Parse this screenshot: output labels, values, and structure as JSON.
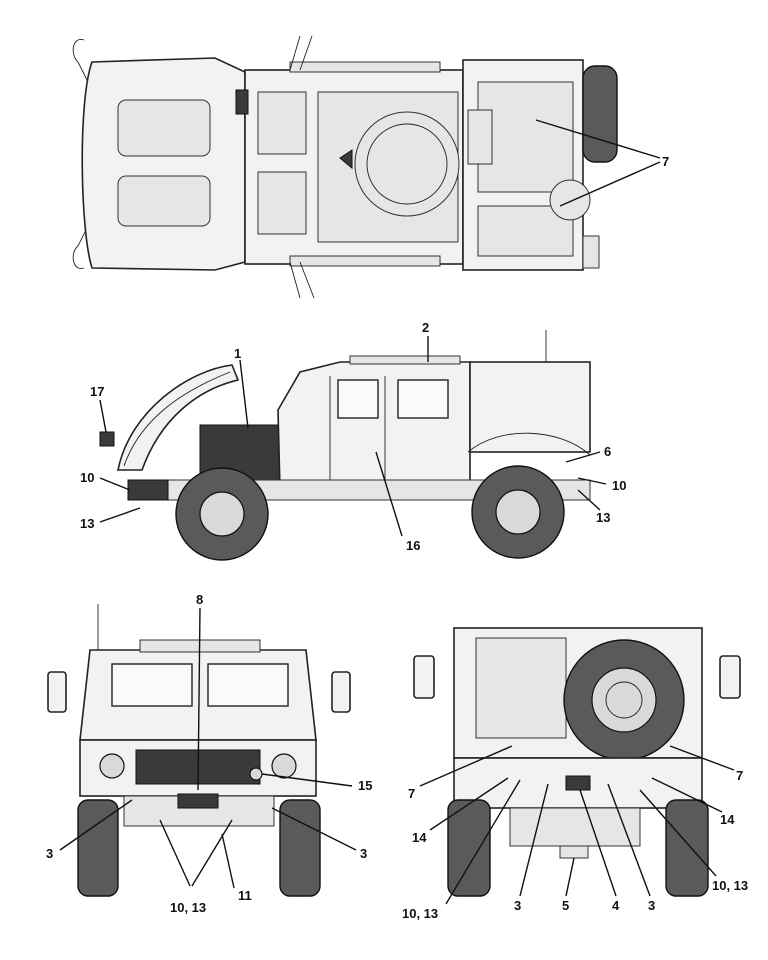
{
  "callouts": {
    "top_7": "7",
    "side_2": "2",
    "side_1": "1",
    "side_17": "17",
    "side_6": "6",
    "side_10_left": "10",
    "side_10_right": "10",
    "side_13_left": "13",
    "side_13_right": "13",
    "side_16": "16",
    "front_8": "8",
    "front_15": "15",
    "front_3_left": "3",
    "front_3_right": "3",
    "front_11": "11",
    "front_10_13": "10, 13",
    "rear_7_left": "7",
    "rear_7_right": "7",
    "rear_14_left": "14",
    "rear_14_right": "14",
    "rear_10_13_left": "10, 13",
    "rear_10_13_right": "10, 13",
    "rear_3_left": "3",
    "rear_3_right": "3",
    "rear_5": "5",
    "rear_4": "4"
  }
}
